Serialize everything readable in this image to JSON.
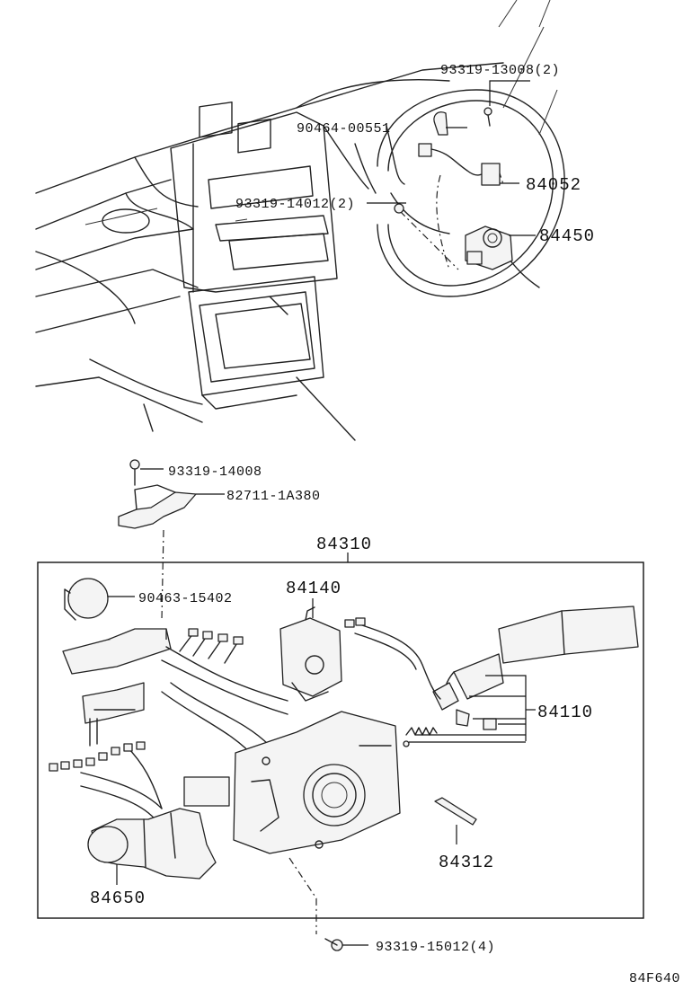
{
  "labels": {
    "p9331913008": "93319-13008(2)",
    "p9046400551": "90464-00551",
    "p84052": "84052",
    "p9331914012": "93319-14012(2)",
    "p84450": "84450",
    "p9331914008": "93319-14008",
    "p827111A380": "82711-1A380",
    "p84310": "84310",
    "p9046315402": "90463-15402",
    "p84140": "84140",
    "p84110": "84110",
    "p84312": "84312",
    "p84650": "84650",
    "p9331915012": "93319-15012(4)",
    "code": "84F640"
  }
}
